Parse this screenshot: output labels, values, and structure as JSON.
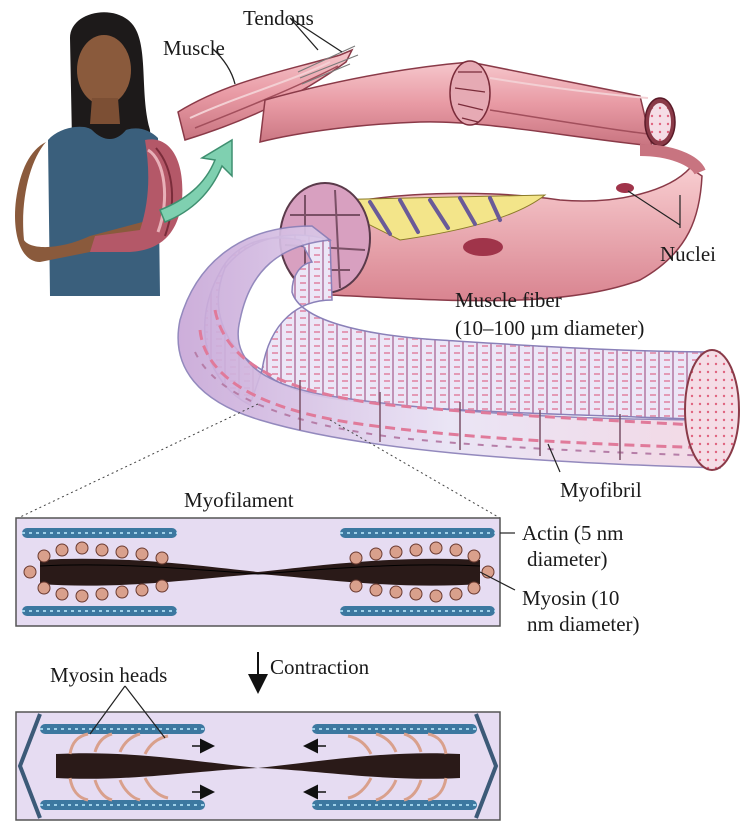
{
  "labels": {
    "tendons": "Tendons",
    "muscle": "Muscle",
    "nuclei": "Nuclei",
    "muscle_fiber": "Muscle fiber",
    "muscle_fiber_diameter": "(10–100 µm diameter)",
    "myofibril": "Myofibril",
    "myofilament": "Myofilament",
    "actin_line1": "Actin (5 nm",
    "actin_line2": "diameter)",
    "myosin_line1": "Myosin (10",
    "myosin_line2": "nm diameter)",
    "contraction": "Contraction",
    "myosin_heads": "Myosin heads"
  },
  "colors": {
    "muscle_pink": "#e8a0a8",
    "fiber_pink": "#f0b4b8",
    "myofibril_blue": "#aab4e0",
    "filament_bg": "#e6dcf2",
    "actin_blue": "#3c78a0",
    "myosin_tan": "#d9a08c",
    "arrow_green": "#7fd0b0",
    "shirt_blue": "#3a5f7c"
  }
}
